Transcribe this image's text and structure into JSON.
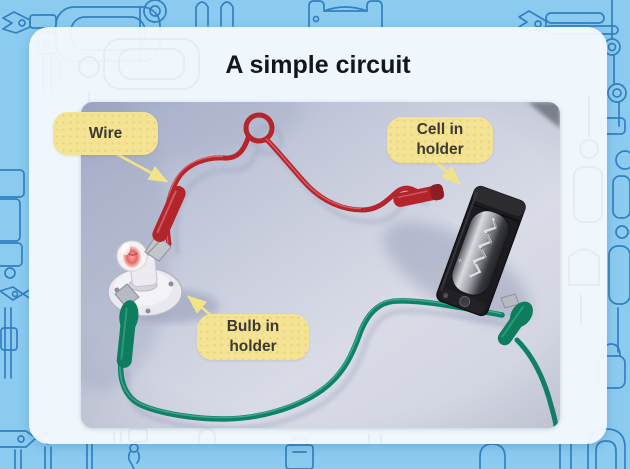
{
  "slide": {
    "title": "A simple circuit",
    "labels": {
      "wire": {
        "text": "Wire"
      },
      "cell": {
        "line1": "Cell in",
        "line2": "holder"
      },
      "bulb": {
        "line1": "Bulb in",
        "line2": "holder"
      }
    },
    "photo": {
      "battery_marking": "+"
    }
  },
  "colors": {
    "page_background": "#8BCBF0",
    "pattern_outline": "#2E7CBD",
    "card_background": "#F4F9FC",
    "card_ghost_outline": "#E2EDF5",
    "label_fill": "#F5E394",
    "label_text": "#3C3930",
    "arrow_yellow": "#F2E387",
    "title_text": "#15151F",
    "wire_red": "#B6252C",
    "wire_green": "#0F8166",
    "battery_body": "#1C1C20",
    "photo_surface": "#C9CEDD"
  }
}
